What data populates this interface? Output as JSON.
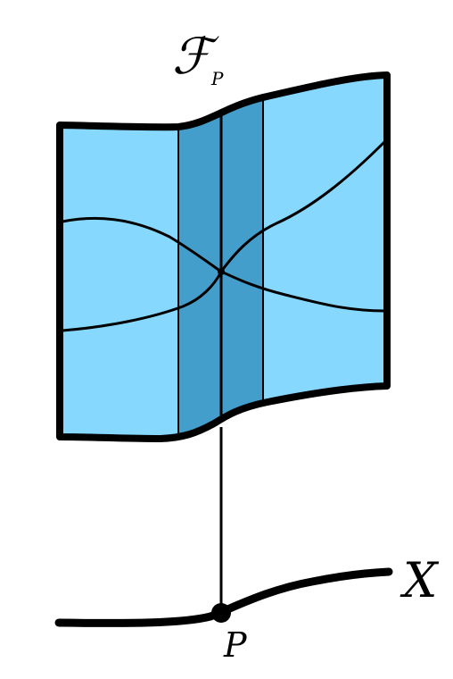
{
  "labels": {
    "sheaf_symbol": "ℱ",
    "sheaf_subscript": "P",
    "space": "X",
    "point": "P"
  },
  "colors": {
    "sheet_fill": "#87d8fe",
    "band_fill": "#449ecb",
    "outline": "#000000",
    "background": "#ffffff"
  }
}
